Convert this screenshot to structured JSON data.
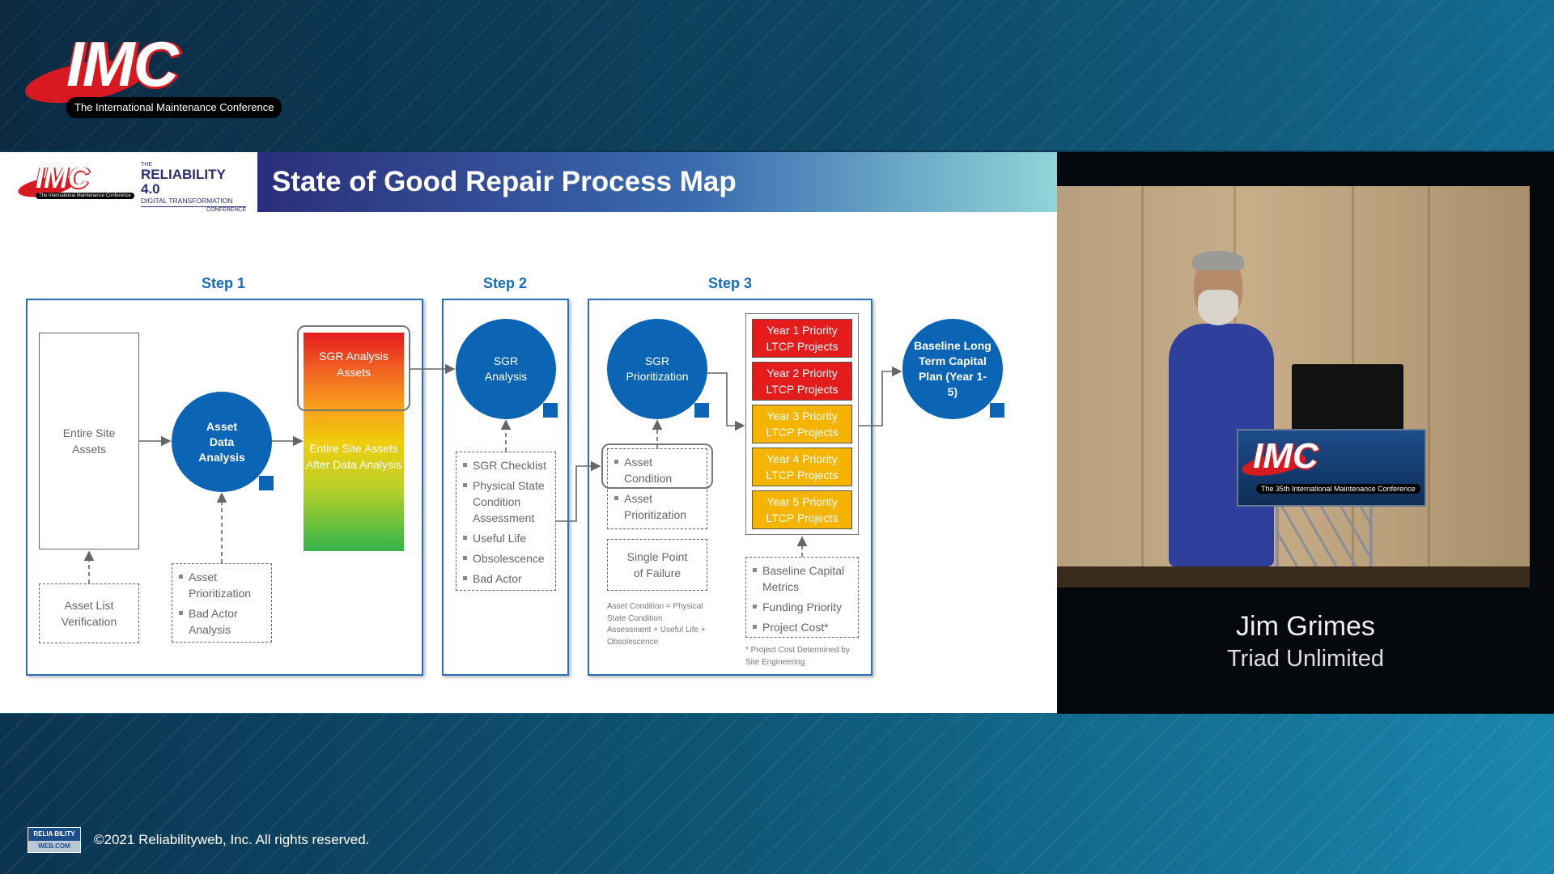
{
  "branding": {
    "imc_logo_text": "IMC",
    "imc_tagline": "The International Maintenance Conference",
    "reliability_logo": {
      "the": "THE",
      "name": "RELIABILITY 4.0",
      "sub": "DIGITAL TRANSFORMATION",
      "conference": "CONFERENCE"
    },
    "podium_tagline": "The 35th International Maintenance Conference"
  },
  "slide": {
    "title": "State of Good Repair Process Map",
    "steps": [
      "Step 1",
      "Step 2",
      "Step 3"
    ],
    "step1": {
      "entire_site_assets": "Entire Site Assets",
      "asset_list_verification": "Asset List Verification",
      "asset_data_analysis": "Asset Data Analysis",
      "inputs": [
        "Asset Prioritization",
        "Bad Actor Analysis"
      ],
      "sgr_analysis_assets": "SGR Analysis Assets",
      "entire_site_after": "Entire Site Assets After Data Analysis"
    },
    "step2": {
      "sgr_analysis": "SGR Analysis",
      "inputs": [
        "SGR Checklist",
        "Physical State Condition Assessment",
        "Useful Life",
        "Obsolescence",
        "Bad Actor"
      ]
    },
    "step3": {
      "sgr_prioritization": "SGR Prioritization",
      "asset_condition": "Asset Condition",
      "asset_prioritization": "Asset Prioritization",
      "single_point_of_failure": "Single Point of Failure",
      "footnote_condition": "Asset Condition = Physical State Condition Assessment + Useful Life + Obsolescence",
      "priorities": [
        {
          "label": "Year 1 Priority LTCP Projects",
          "color": "#e41c1c"
        },
        {
          "label": "Year 2 Priority LTCP Projects",
          "color": "#e41c1c"
        },
        {
          "label": "Year 3 Priority LTCP Projects",
          "color": "#f5b400"
        },
        {
          "label": "Year 4 Priority LTCP Projects",
          "color": "#f5b400"
        },
        {
          "label": "Year 5 Priority LTCP Projects",
          "color": "#f5b400"
        }
      ],
      "inputs": [
        "Baseline Capital Metrics",
        "Funding Priority",
        "Project Cost*"
      ],
      "footnote_cost": "* Project Cost Determined by Site Engineering"
    },
    "baseline_plan": "Baseline Long Term Capital Plan (Year 1-5)"
  },
  "speaker": {
    "name": "Jim Grimes",
    "organization": "Triad Unlimited"
  },
  "footer": {
    "logo_top": "RELIA BILITY",
    "logo_bottom": "WEB.COM",
    "copyright": "©2021 Reliabilityweb, Inc. All rights reserved."
  },
  "colors": {
    "accent_blue": "#0b64b4",
    "brand_red": "#d71921",
    "priority_red": "#e41c1c",
    "priority_yellow": "#f5b400"
  }
}
